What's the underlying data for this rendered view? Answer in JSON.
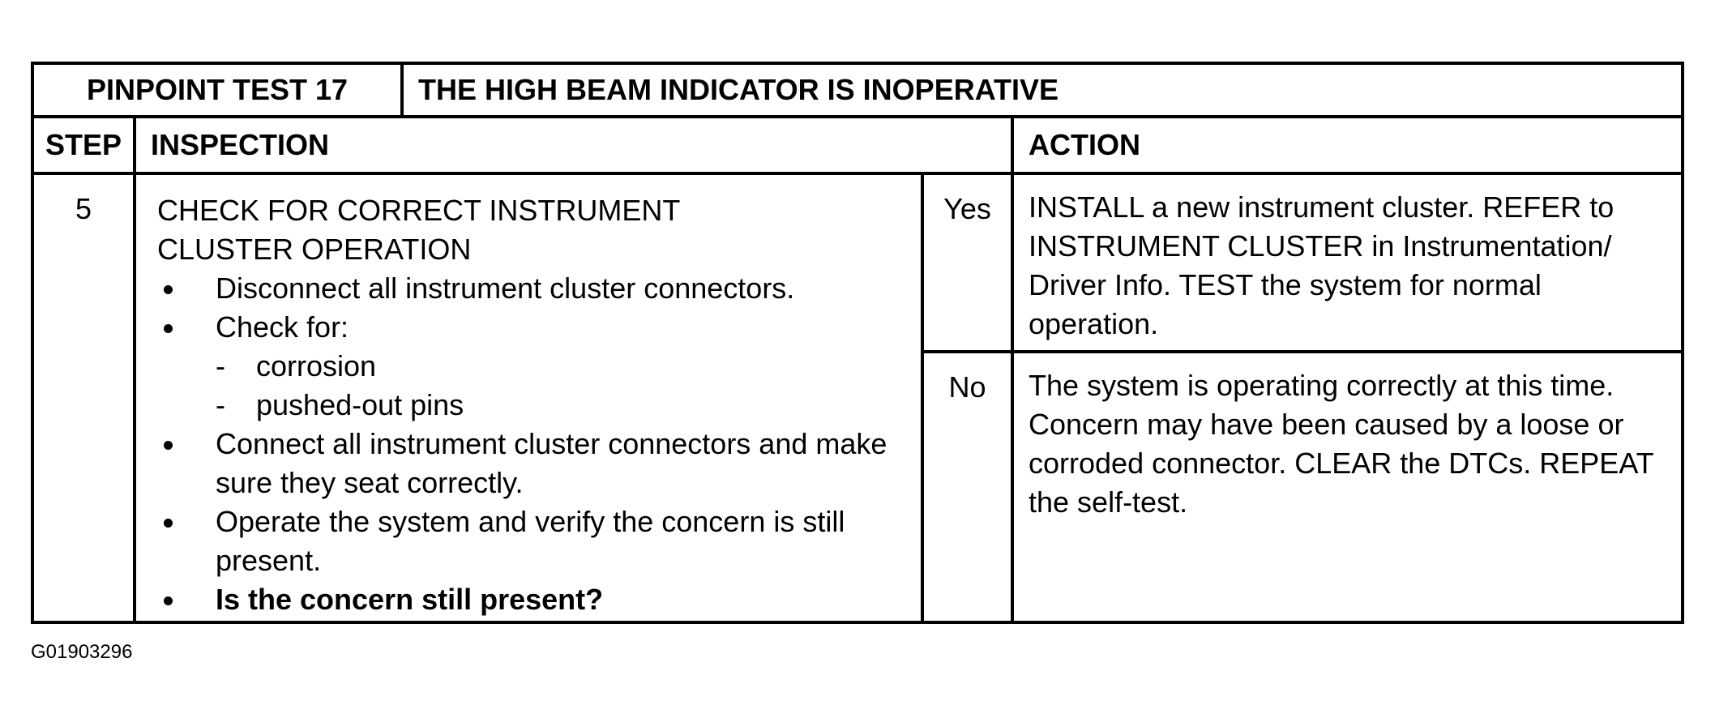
{
  "title_row": {
    "test_id": "PINPOINT TEST 17",
    "test_title": "THE HIGH BEAM INDICATOR IS INOPERATIVE"
  },
  "header_row": {
    "step": "STEP",
    "inspection": "INSPECTION",
    "action": "ACTION"
  },
  "step": {
    "number": "5",
    "inspection": {
      "heading_line_1": "CHECK FOR CORRECT INSTRUMENT",
      "heading_line_2": "CLUSTER OPERATION",
      "bullets": [
        "Disconnect all instrument cluster connectors.",
        "Check for:",
        "Connect all instrument cluster connectors and make sure they seat correctly.",
        "Operate the system and verify the concern is still present.",
        "Is the concern still present?"
      ],
      "check_for_items": [
        "corrosion",
        "pushed-out pins"
      ]
    },
    "results": [
      {
        "label": "Yes",
        "action": "INSTALL a new instrument cluster. REFER to INSTRUMENT CLUSTER in Instrumentation/ Driver Info. TEST the system for normal operation."
      },
      {
        "label": "No",
        "action": "The system is operating correctly at this time. Concern may have been caused by a loose or corroded connector.  CLEAR the DTCs. REPEAT the self-test."
      }
    ]
  },
  "figure_code": "G01903296"
}
